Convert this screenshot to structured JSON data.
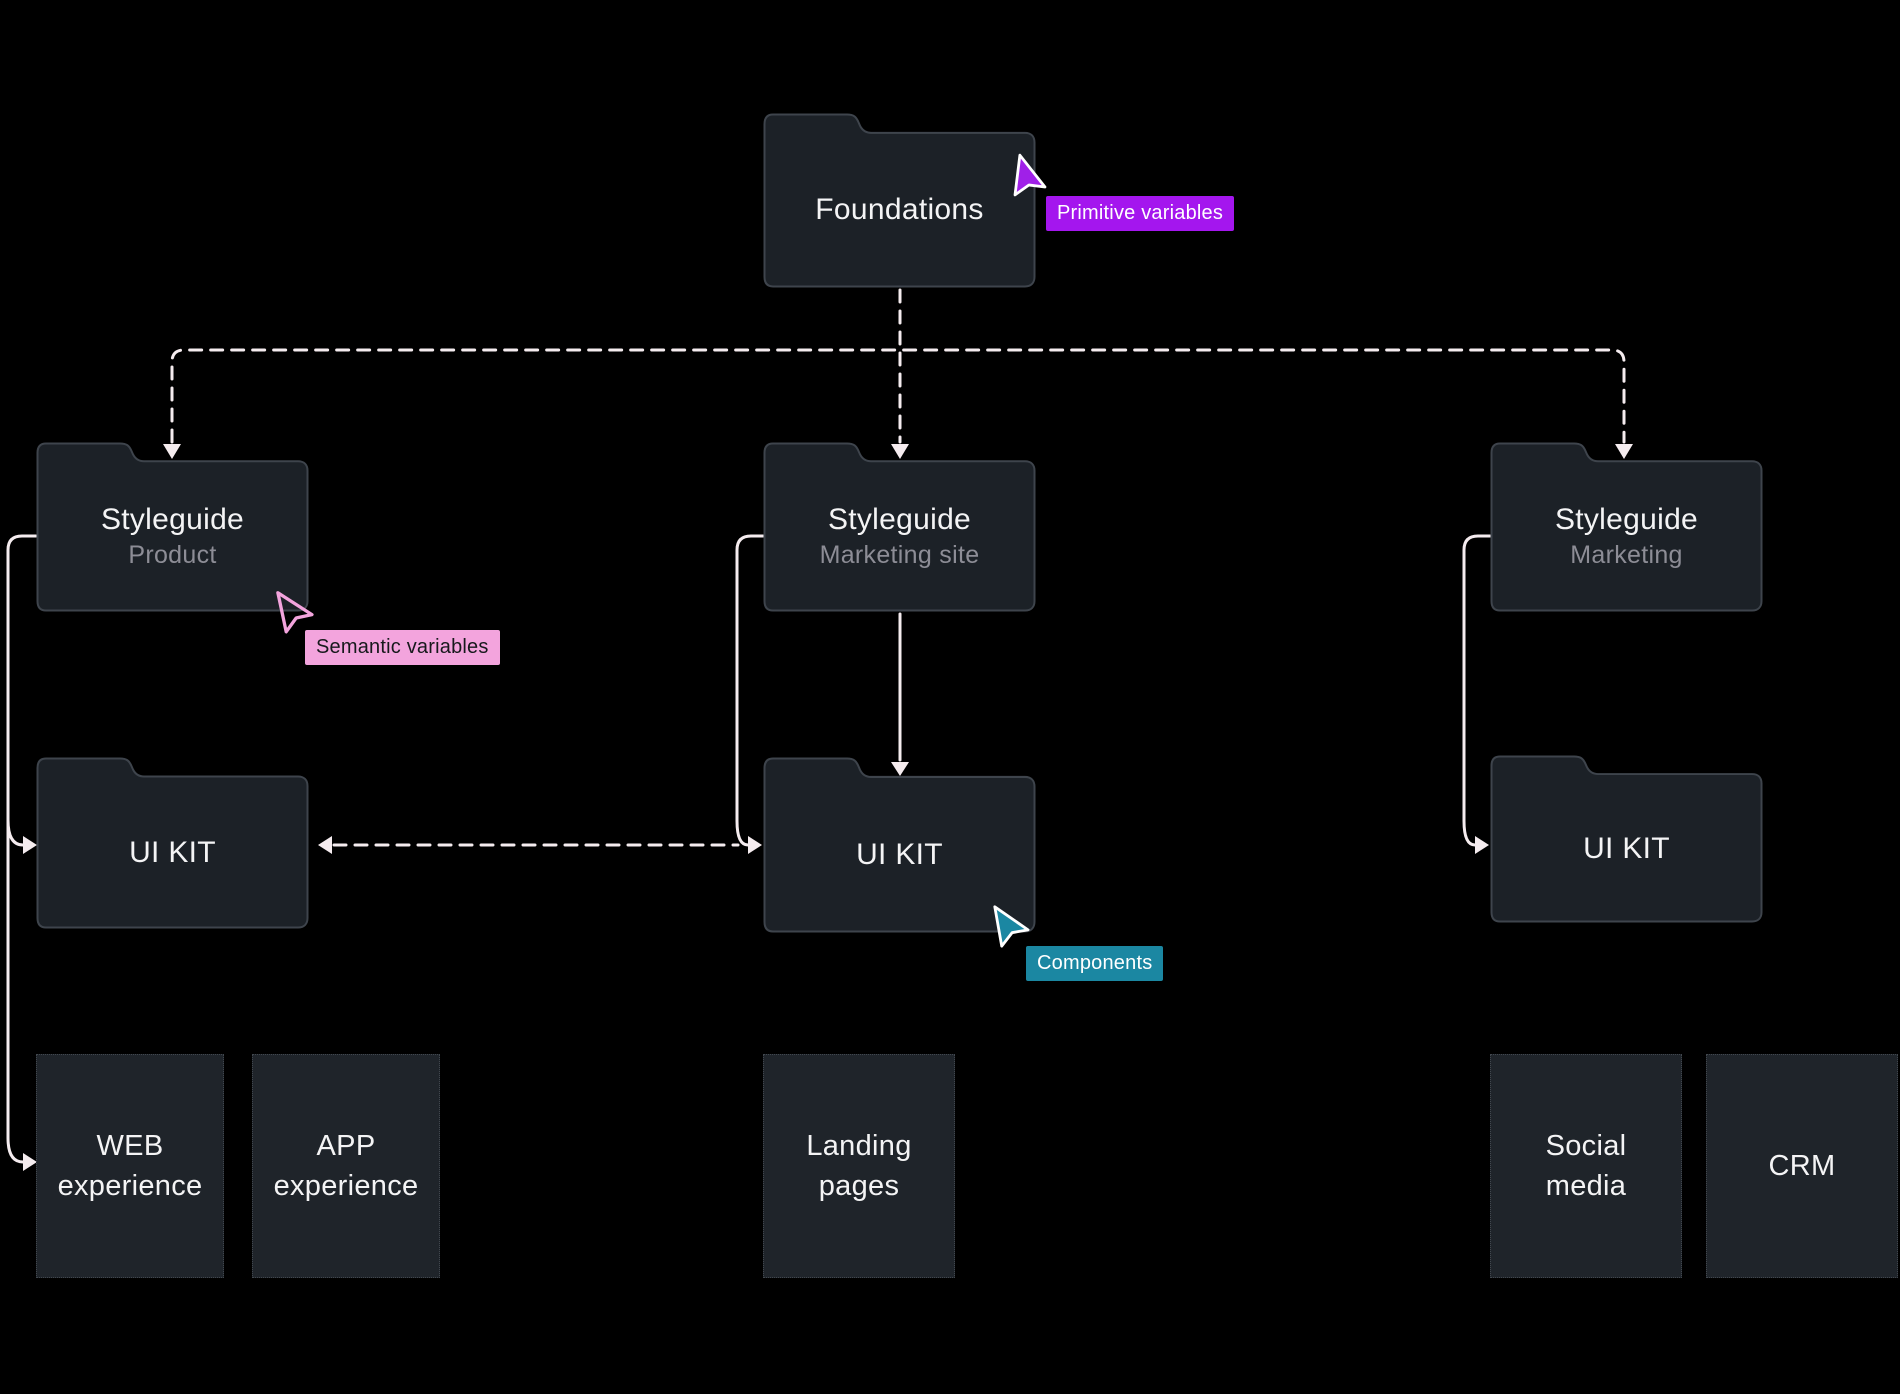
{
  "diagram": {
    "foundations": {
      "title": "Foundations"
    },
    "styleguides": [
      {
        "title": "Styleguide",
        "subtitle": "Product"
      },
      {
        "title": "Styleguide",
        "subtitle": "Marketing site"
      },
      {
        "title": "Styleguide",
        "subtitle": "Marketing"
      }
    ],
    "uikits": [
      {
        "title": "UI KIT"
      },
      {
        "title": "UI KIT"
      },
      {
        "title": "UI KIT"
      }
    ],
    "outputs": [
      {
        "text": "WEB\nexperience"
      },
      {
        "text": "APP\nexperience"
      },
      {
        "text": "Landing\npages"
      },
      {
        "text": "Social\nmedia"
      },
      {
        "text": "CRM"
      }
    ],
    "annotations": [
      {
        "text": "Primitive variables",
        "bg": "#A416EE",
        "color": "#FFFFFF"
      },
      {
        "text": "Semantic variables",
        "bg": "#F3A4DD",
        "color": "#17191C"
      },
      {
        "text": "Components",
        "bg": "#1B87A2",
        "color": "#FFFFFF"
      }
    ],
    "cursors": [
      {
        "name": "purple-collaborator-cursor",
        "color": "#A020E8"
      },
      {
        "name": "pink-collaborator-cursor",
        "color": "#F3A4DD"
      },
      {
        "name": "teal-collaborator-cursor",
        "color": "#1B87A2"
      }
    ],
    "colors": {
      "background": "#000000",
      "connector": "#F5ECEF",
      "folder_fill": "#1C2127",
      "folder_stroke": "#3E444C",
      "box_fill": "#1F242A",
      "title": "#F4F4F5",
      "subtitle": "#8D8D96"
    }
  }
}
